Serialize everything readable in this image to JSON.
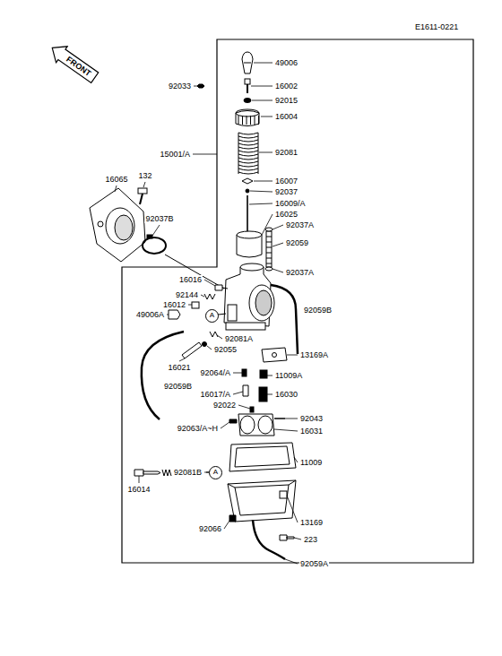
{
  "diagram": {
    "nodes": [
      {
        "text": [
          "FRONT"
        ]
      },
      {
        "text": [
          "A"
        ]
      },
      {
        "text": [
          "A"
        ]
      }
    ],
    "labels": [
      "E1611-0221",
      "49006",
      "92033",
      "16002",
      "92015",
      "16004",
      "92081",
      "15001/A",
      "16007",
      "92037",
      "16009/A",
      "16025",
      "16065",
      "132",
      "92037B",
      "92037A",
      "92059",
      "92037A",
      "16016",
      "92144",
      "16012",
      "49006A",
      "92059B",
      "92081A",
      "92055",
      "16021",
      "13169A",
      "92064/A",
      "11009A",
      "16017/A",
      "16030",
      "92022",
      "92063/A~H",
      "92043",
      "16031",
      "92059B",
      "11009",
      "16014",
      "92081B",
      "13169",
      "223",
      "92066",
      "92059A"
    ]
  }
}
